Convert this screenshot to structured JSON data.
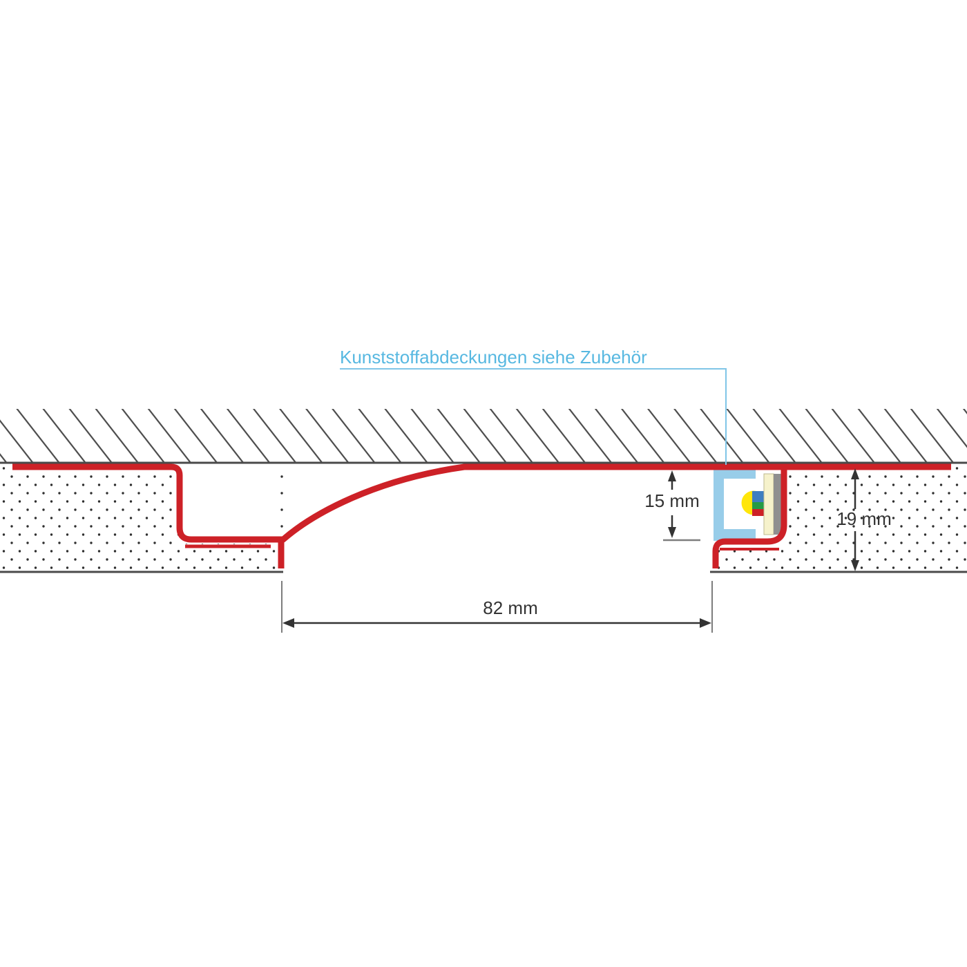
{
  "annotation": {
    "label": "Kunststoffabdeckungen siehe Zubehör"
  },
  "dimensions": {
    "recess_height": {
      "label": "15 mm"
    },
    "panel_thickness": {
      "label": "19 mm"
    },
    "opening_width": {
      "label": "82 mm"
    }
  },
  "colors": {
    "profile_red": "#cd2127",
    "channel_cover_blue": "#98cde9",
    "annotation_blue": "#57b8e1",
    "leader_blue": "#7fc5e7",
    "led_dome_yellow": "#ffe60a",
    "led_stripe_blue": "#3e7ec0",
    "led_stripe_green": "#259b44",
    "led_stripe_red": "#cd2127",
    "pcb_cream": "#f6f2cb",
    "mount_gray": "#8f8f8f",
    "hatch_gray": "#4a4a4a",
    "dot_gray": "#2f2f2f",
    "dim_dark": "#333333",
    "dim_light": "#7d7d7d"
  }
}
